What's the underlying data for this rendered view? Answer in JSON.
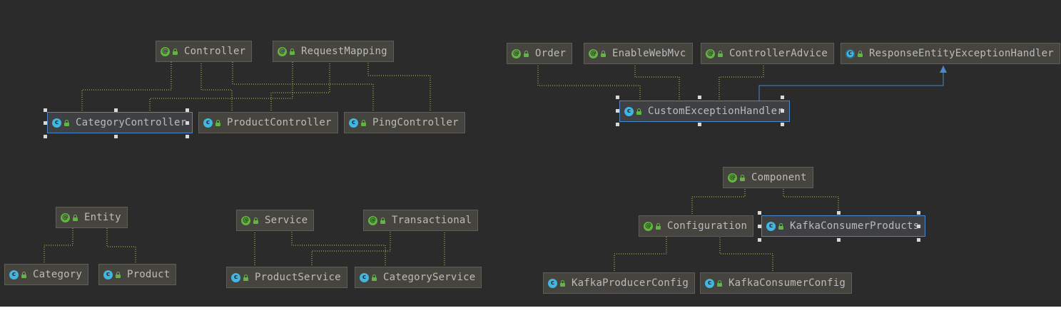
{
  "nodes": {
    "controller": {
      "label": "Controller",
      "kind": "annotation"
    },
    "requestmapping": {
      "label": "RequestMapping",
      "kind": "annotation"
    },
    "categorycontroller": {
      "label": "CategoryController",
      "kind": "class"
    },
    "productcontroller": {
      "label": "ProductController",
      "kind": "class"
    },
    "pingcontroller": {
      "label": "PingController",
      "kind": "class"
    },
    "order": {
      "label": "Order",
      "kind": "annotation"
    },
    "enablewebmvc": {
      "label": "EnableWebMvc",
      "kind": "annotation"
    },
    "controlleradvice": {
      "label": "ControllerAdvice",
      "kind": "annotation"
    },
    "responseentityexceptionhandler": {
      "label": "ResponseEntityExceptionHandler",
      "kind": "abstract-class"
    },
    "customexceptionhandler": {
      "label": "CustomExceptionHandler",
      "kind": "class"
    },
    "entity": {
      "label": "Entity",
      "kind": "annotation"
    },
    "category": {
      "label": "Category",
      "kind": "class"
    },
    "product": {
      "label": "Product",
      "kind": "class"
    },
    "service": {
      "label": "Service",
      "kind": "annotation"
    },
    "transactional": {
      "label": "Transactional",
      "kind": "annotation"
    },
    "productservice": {
      "label": "ProductService",
      "kind": "class"
    },
    "categoryservice": {
      "label": "CategoryService",
      "kind": "class"
    },
    "component": {
      "label": "Component",
      "kind": "annotation"
    },
    "configuration": {
      "label": "Configuration",
      "kind": "annotation"
    },
    "kafkaconsumerproducts": {
      "label": "KafkaConsumerProducts",
      "kind": "class"
    },
    "kafkaproducerconfig": {
      "label": "KafkaProducerConfig",
      "kind": "class"
    },
    "kafkaconsumerconfig": {
      "label": "KafkaConsumerConfig",
      "kind": "class"
    }
  },
  "selected": [
    "categorycontroller",
    "customexceptionhandler",
    "kafkaconsumerproducts"
  ],
  "icons": {
    "annotation": "annotation-icon",
    "class": "class-icon",
    "abstract-class": "abstract-class-icon",
    "visibility": "public-lock-icon"
  },
  "colors": {
    "background": "#2b2b2b",
    "node": "#45443e",
    "annotation_icon": "#62b543",
    "class_icon": "#40b6e0",
    "inheritance_edge": "#4a88c7",
    "annotation_edge": "#c8c84a",
    "selection": "#4a88c7"
  },
  "edges": [
    {
      "from": "categorycontroller",
      "to": "controller",
      "type": "annotated"
    },
    {
      "from": "categorycontroller",
      "to": "requestmapping",
      "type": "annotated"
    },
    {
      "from": "productcontroller",
      "to": "controller",
      "type": "annotated"
    },
    {
      "from": "productcontroller",
      "to": "requestmapping",
      "type": "annotated"
    },
    {
      "from": "pingcontroller",
      "to": "controller",
      "type": "annotated"
    },
    {
      "from": "pingcontroller",
      "to": "requestmapping",
      "type": "annotated"
    },
    {
      "from": "customexceptionhandler",
      "to": "order",
      "type": "annotated"
    },
    {
      "from": "customexceptionhandler",
      "to": "enablewebmvc",
      "type": "annotated"
    },
    {
      "from": "customexceptionhandler",
      "to": "controlleradvice",
      "type": "annotated"
    },
    {
      "from": "customexceptionhandler",
      "to": "responseentityexceptionhandler",
      "type": "extends"
    },
    {
      "from": "category",
      "to": "entity",
      "type": "annotated"
    },
    {
      "from": "product",
      "to": "entity",
      "type": "annotated"
    },
    {
      "from": "productservice",
      "to": "service",
      "type": "annotated"
    },
    {
      "from": "productservice",
      "to": "transactional",
      "type": "annotated"
    },
    {
      "from": "categoryservice",
      "to": "service",
      "type": "annotated"
    },
    {
      "from": "categoryservice",
      "to": "transactional",
      "type": "annotated"
    },
    {
      "from": "configuration",
      "to": "component",
      "type": "annotated"
    },
    {
      "from": "kafkaconsumerproducts",
      "to": "component",
      "type": "annotated"
    },
    {
      "from": "kafkaproducerconfig",
      "to": "configuration",
      "type": "annotated"
    },
    {
      "from": "kafkaconsumerconfig",
      "to": "configuration",
      "type": "annotated"
    }
  ]
}
